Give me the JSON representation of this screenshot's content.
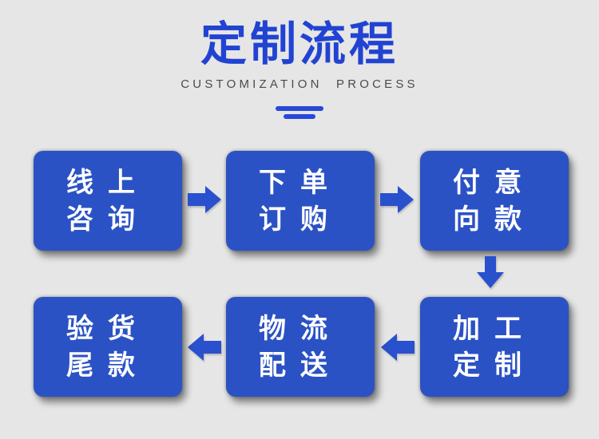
{
  "header": {
    "title": "定制流程",
    "subtitle": "CUSTOMIZATION PROCESS"
  },
  "colors": {
    "background": "#e6e6e6",
    "title_blue": "#2143d2",
    "box_blue": "#2b52c5",
    "arrow_blue": "#2950cd",
    "subtitle_gray": "#4b4b4b",
    "box_text": "#ffffff"
  },
  "flow": {
    "steps": [
      {
        "order": 1,
        "label": "线上咨询",
        "line1": "线上",
        "line2": "咨询"
      },
      {
        "order": 2,
        "label": "下单订购",
        "line1": "下单",
        "line2": "订购"
      },
      {
        "order": 3,
        "label": "付意向款",
        "line1": "付意",
        "line2": "向款"
      },
      {
        "order": 4,
        "label": "加工定制",
        "line1": "加工",
        "line2": "定制"
      },
      {
        "order": 5,
        "label": "物流配送",
        "line1": "物流",
        "line2": "配送"
      },
      {
        "order": 6,
        "label": "验货尾款",
        "line1": "验货",
        "line2": "尾款"
      }
    ],
    "arrows": [
      {
        "from": 1,
        "to": 2,
        "direction": "right"
      },
      {
        "from": 2,
        "to": 3,
        "direction": "right"
      },
      {
        "from": 3,
        "to": 4,
        "direction": "down"
      },
      {
        "from": 4,
        "to": 5,
        "direction": "left"
      },
      {
        "from": 5,
        "to": 6,
        "direction": "left"
      }
    ]
  }
}
